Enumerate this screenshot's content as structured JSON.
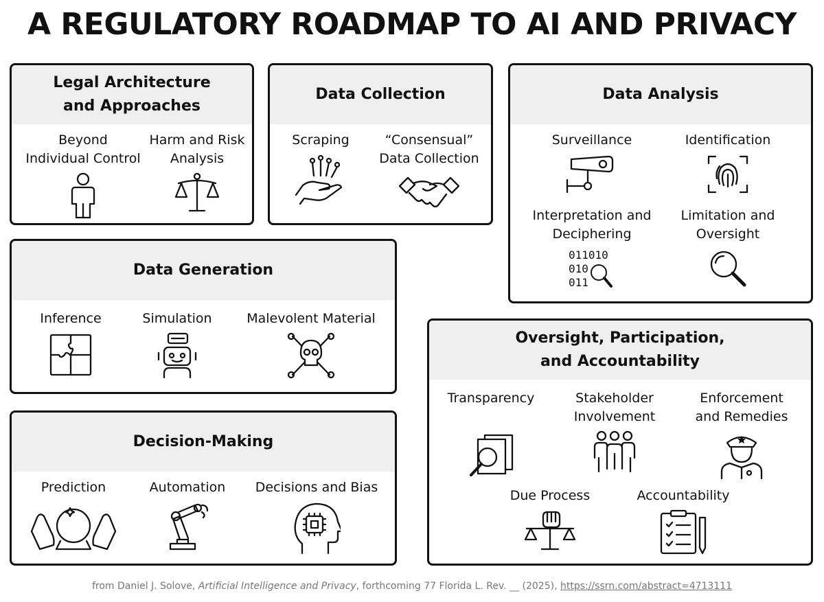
{
  "title": "A REGULATORY ROADMAP TO AI AND PRIVACY",
  "panels": {
    "legal": {
      "title": "Legal Architecture\nand Approaches",
      "items": [
        {
          "label": "Beyond\nIndividual Control",
          "icon": "person-icon"
        },
        {
          "label": "Harm and Risk\nAnalysis",
          "icon": "scales-icon"
        }
      ]
    },
    "collection": {
      "title": "Data Collection",
      "items": [
        {
          "label": "Scraping",
          "icon": "hand-circuit-icon"
        },
        {
          "label": "“Consensual”\nData Collection",
          "icon": "handshake-icon"
        }
      ]
    },
    "analysis": {
      "title": "Data Analysis",
      "items": [
        {
          "label": "Surveillance",
          "icon": "camera-icon"
        },
        {
          "label": "Identification",
          "icon": "fingerprint-icon"
        },
        {
          "label": "Interpretation and\nDeciphering",
          "icon": "binary-magnifier-icon"
        },
        {
          "label": "Limitation and\nOversight",
          "icon": "magnifier-icon"
        }
      ]
    },
    "generation": {
      "title": "Data Generation",
      "items": [
        {
          "label": "Inference",
          "icon": "puzzle-icon"
        },
        {
          "label": "Simulation",
          "icon": "robot-icon"
        },
        {
          "label": "Malevolent Material",
          "icon": "skull-crossbones-icon"
        }
      ]
    },
    "oversight": {
      "title": "Oversight, Participation,\nand Accountability",
      "items": [
        {
          "label": "Transparency",
          "icon": "document-magnifier-icon"
        },
        {
          "label": "Stakeholder\nInvolvement",
          "icon": "group-icon"
        },
        {
          "label": "Enforcement\nand Remedies",
          "icon": "police-officer-icon"
        },
        {
          "label": "Due Process",
          "icon": "fist-scales-icon"
        },
        {
          "label": "Accountability",
          "icon": "clipboard-checklist-icon"
        }
      ]
    },
    "decision": {
      "title": "Decision-Making",
      "items": [
        {
          "label": "Prediction",
          "icon": "crystal-ball-icon"
        },
        {
          "label": "Automation",
          "icon": "robotic-arm-icon"
        },
        {
          "label": "Decisions and Bias",
          "icon": "head-chip-icon"
        }
      ]
    }
  },
  "footer": {
    "prefix": "from Daniel J. Solove, ",
    "work": "Artificial Intelligence and Privacy",
    "suffix": ", forthcoming 77 Florida L. Rev. __ (2025), ",
    "link": "https://ssrn.com/abstract=4713111"
  }
}
